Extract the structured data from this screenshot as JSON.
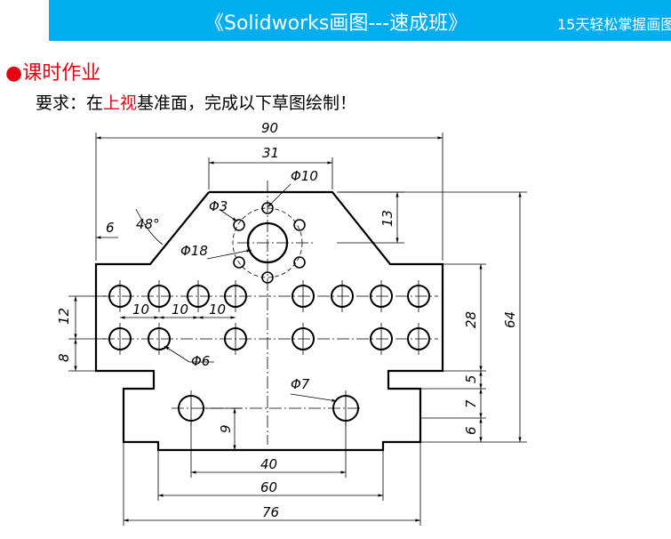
{
  "header": {
    "title": "《Solidworks画图---速成班》",
    "tagline": "15天轻松掌握画图技能"
  },
  "section": {
    "bullet": "●",
    "heading": "课时作业"
  },
  "requirement": {
    "prefix": "要求：在",
    "highlight": "上视",
    "suffix": "基准面，完成以下草图绘制！"
  },
  "colors": {
    "header_bg": "#00AEEF",
    "accent_red": "#E60012"
  },
  "drawing": {
    "dimensions": {
      "overall_width": "90",
      "top_width": "31",
      "bolt_circle_dia": "Φ10",
      "small_hole_dia": "Φ3",
      "center_hole_dia": "Φ18",
      "chamfer_angle": "48°",
      "left_offset": "6",
      "top_height": "13",
      "row_spacing": "12",
      "bottom_row_offset": "8",
      "hole_pitch_1": "10",
      "hole_pitch_2": "10",
      "hole_pitch_3": "10",
      "hole_dia": "Φ6",
      "large_hole_dia": "Φ7",
      "lower_hole_height": "9",
      "body_height": "28",
      "overall_height": "64",
      "step_height_5": "5",
      "step_height_7": "7",
      "step_height_6": "6",
      "hole_spacing_40": "40",
      "bottom_width_60": "60",
      "bottom_width_76": "76"
    }
  }
}
